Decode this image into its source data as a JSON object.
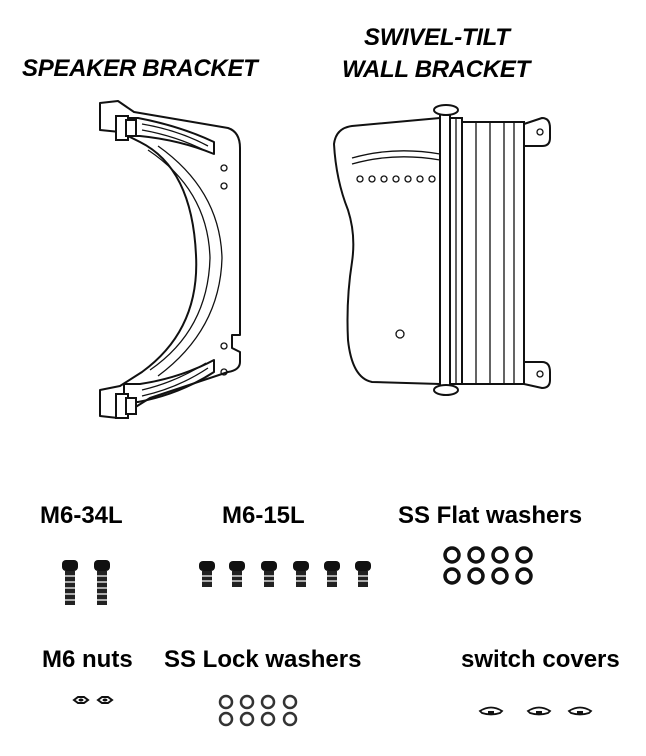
{
  "titles": {
    "speaker_bracket": "SPEAKER BRACKET",
    "wall_bracket_line1": "SWIVEL-TILT",
    "wall_bracket_line2": "WALL BRACKET"
  },
  "parts": [
    {
      "key": "m6_34l",
      "label": "M6-34L",
      "count": 2
    },
    {
      "key": "m6_15l",
      "label": "M6-15L",
      "count": 6
    },
    {
      "key": "flat_washers",
      "label": "SS Flat washers",
      "count": 8
    },
    {
      "key": "nuts",
      "label": "M6 nuts",
      "count": 2
    },
    {
      "key": "lock_washers",
      "label": "SS Lock washers",
      "count": 8
    },
    {
      "key": "switch_covers",
      "label": "switch covers",
      "count": 3
    }
  ]
}
